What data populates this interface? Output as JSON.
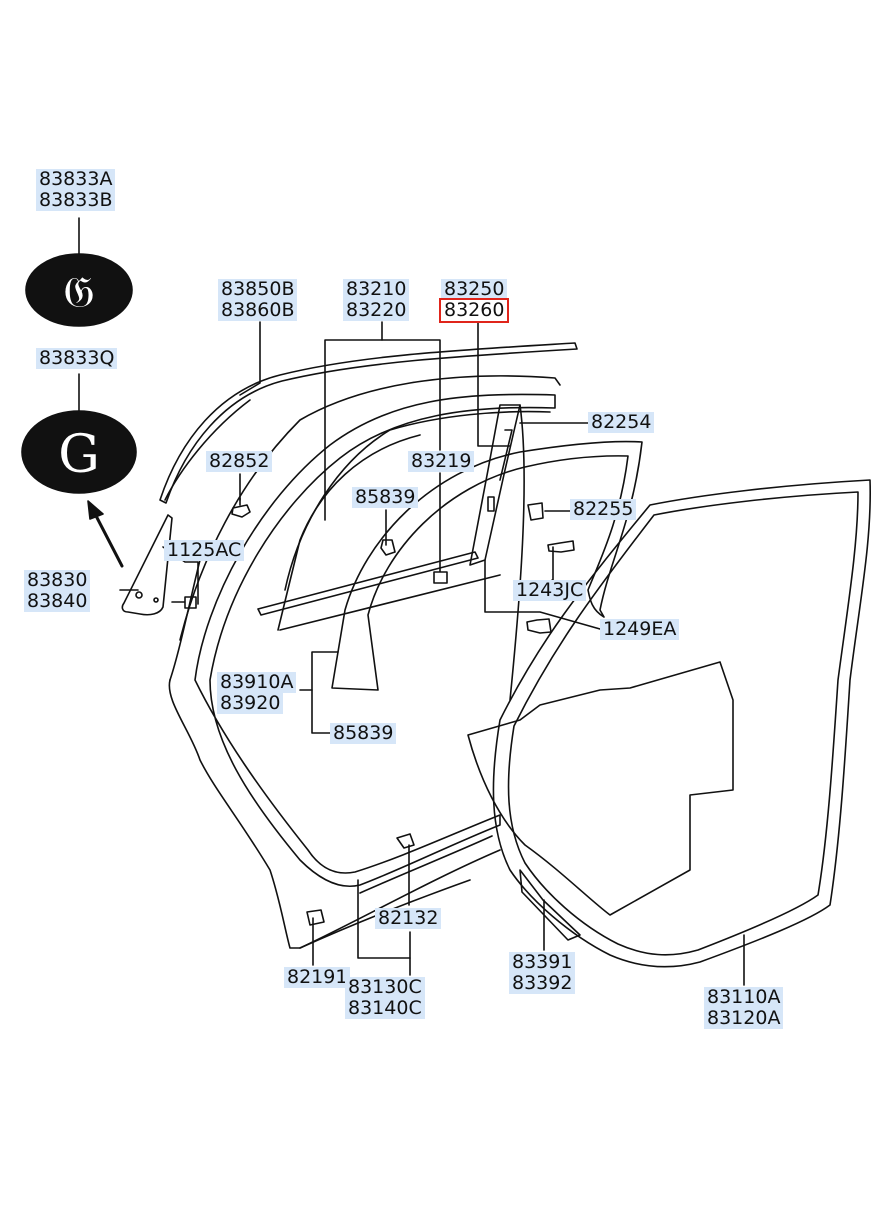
{
  "labels": {
    "l83833A": "83833A",
    "l83833B": "83833B",
    "l83833Q": "83833Q",
    "l83850B": "83850B",
    "l83860B": "83860B",
    "l83210": "83210",
    "l83220": "83220",
    "l83250": "83250",
    "l83260": "83260",
    "l82254": "82254",
    "l82852": "82852",
    "l83219": "83219",
    "l85839a": "85839",
    "l82255": "82255",
    "l1125AC": "1125AC",
    "l83830": "83830",
    "l83840": "83840",
    "l1243JC": "1243JC",
    "l1249EA": "1249EA",
    "l83910A": "83910A",
    "l83920": "83920",
    "l85839b": "85839",
    "l82132": "82132",
    "l82191": "82191",
    "l83130C": "83130C",
    "l83140C": "83140C",
    "l83391": "83391",
    "l83392": "83392",
    "l83110A": "83110A",
    "l83120A": "83120A"
  },
  "emblems": {
    "script_g_letter": "𝔊",
    "g_letter": "G"
  },
  "colors": {
    "label_bg": "#d6e6f8",
    "highlight": "#e0251b",
    "line": "#111111"
  }
}
